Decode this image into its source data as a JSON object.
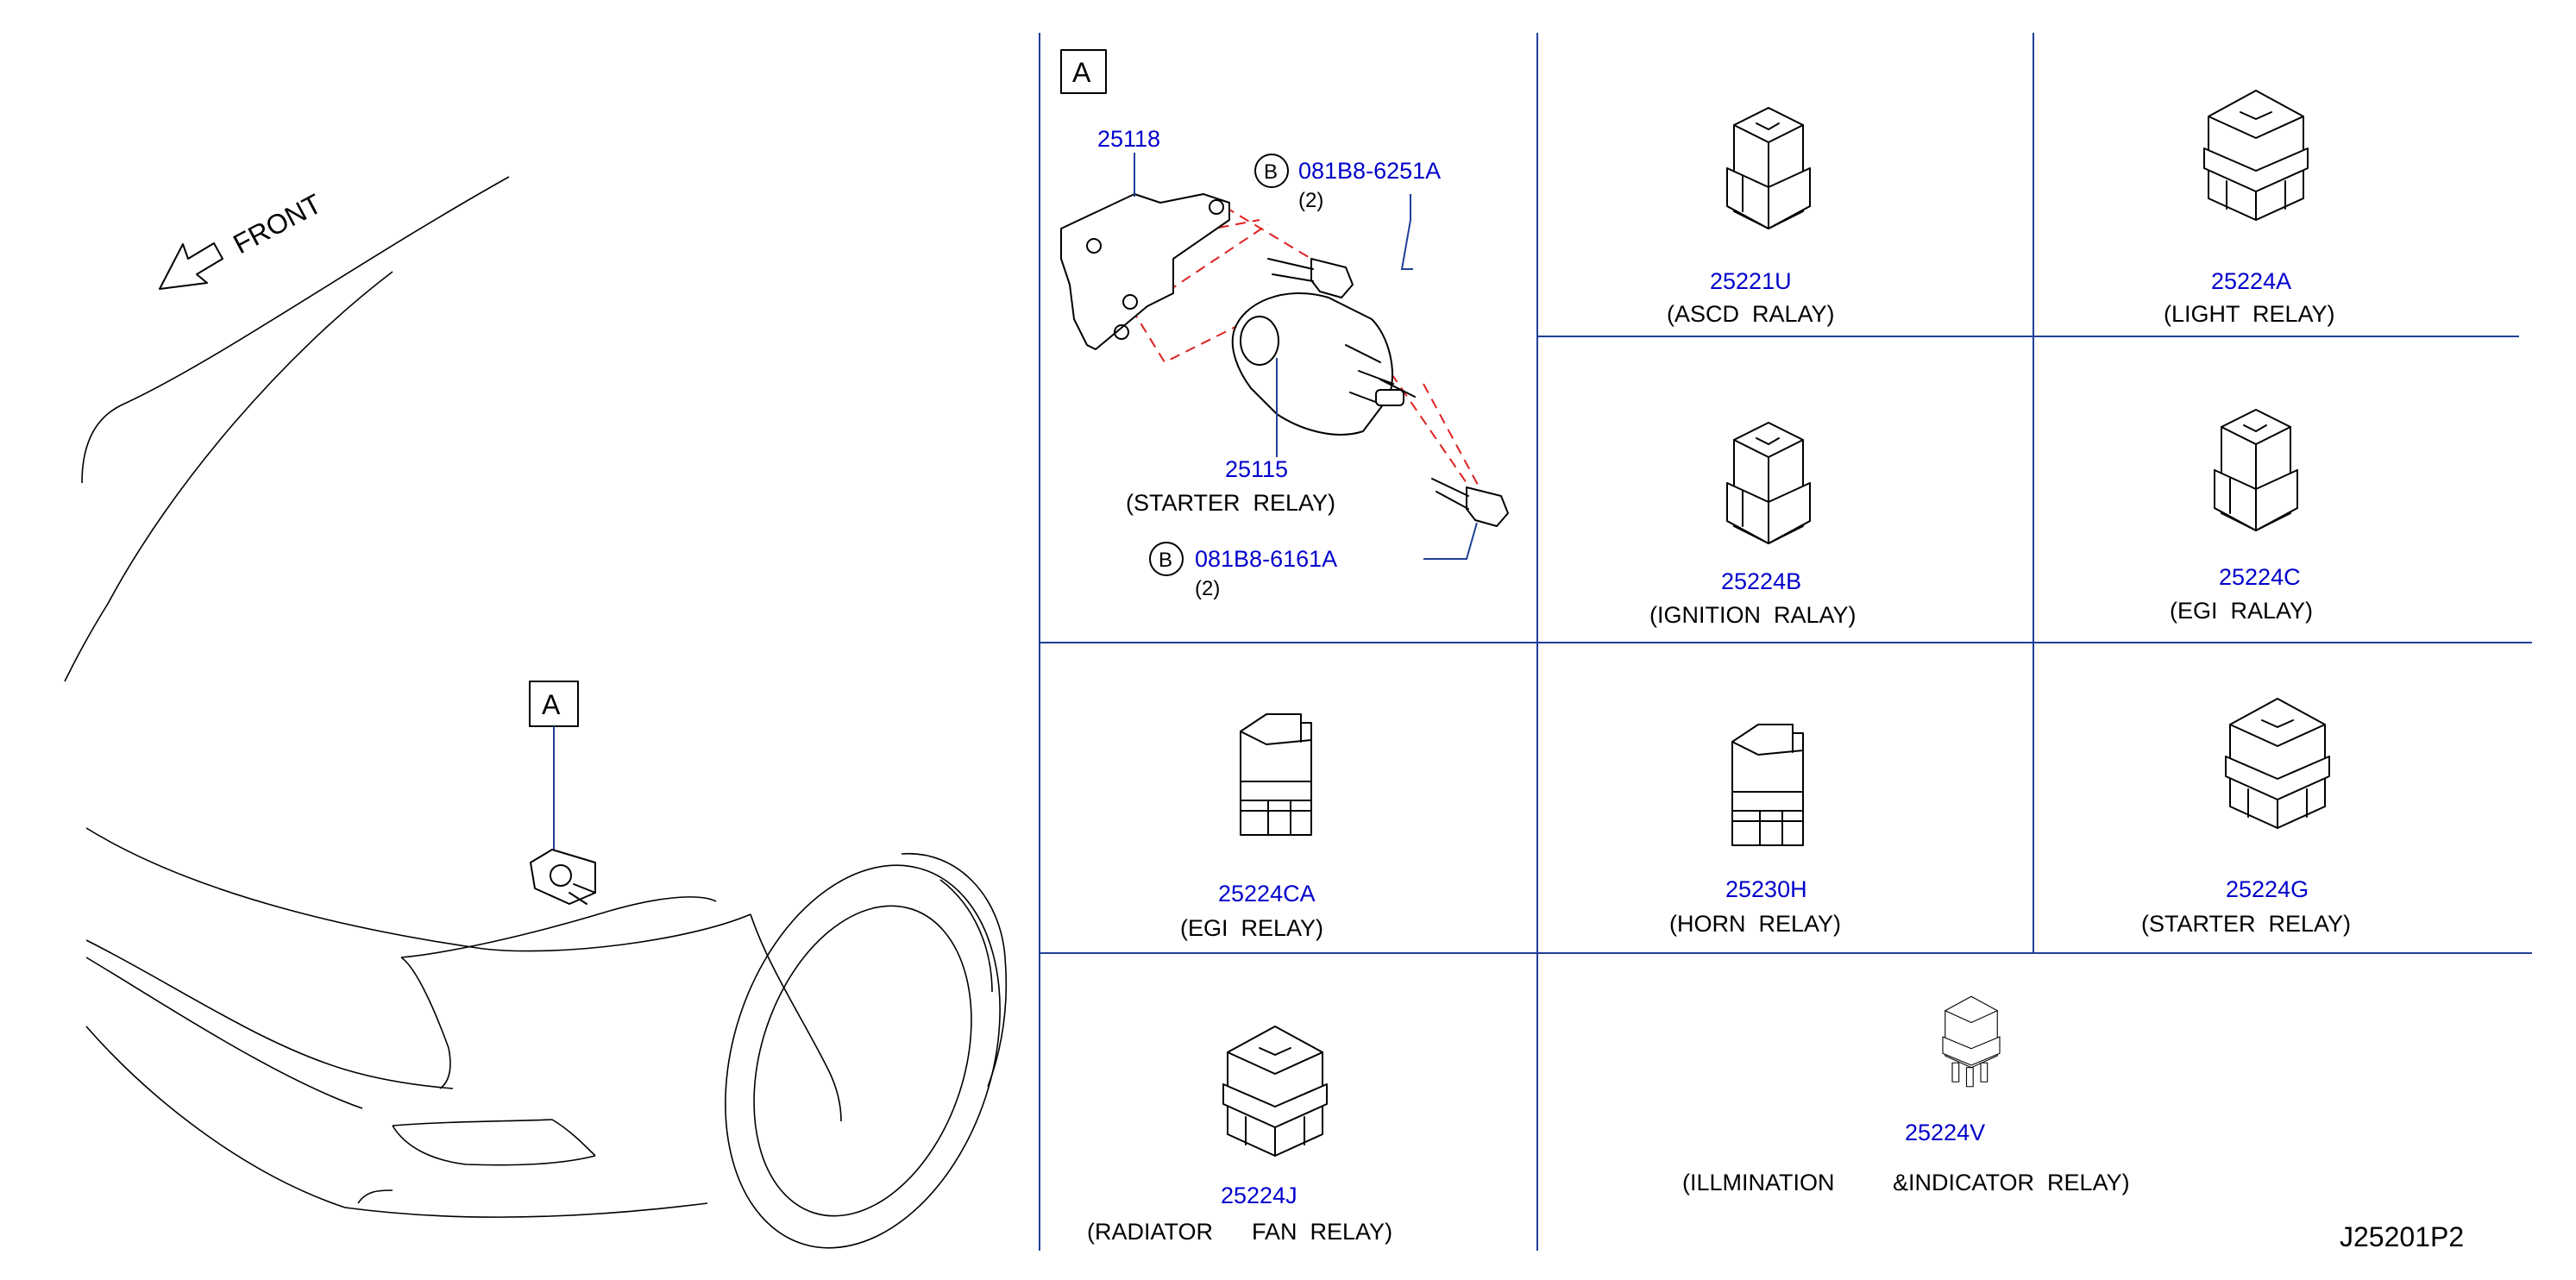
{
  "front_label": "FRONT",
  "callout_a": "A",
  "detail": {
    "label": "A",
    "bracket_part": "25118",
    "relay_part": "25115",
    "relay_desc": "(STARTER  RELAY)",
    "bolt_upper": {
      "marker": "B",
      "part": "081B8-6251A",
      "qty": "(2)"
    },
    "bolt_lower": {
      "marker": "B",
      "part": "081B8-6161A",
      "qty": "(2)"
    }
  },
  "relays": [
    {
      "part": "25221U",
      "desc": "(ASCD  RALAY)"
    },
    {
      "part": "25224A",
      "desc": "(LIGHT  RELAY)"
    },
    {
      "part": "25224B",
      "desc": "(IGNITION  RALAY)"
    },
    {
      "part": "25224C",
      "desc": "(EGI  RALAY)"
    },
    {
      "part": "25224CA",
      "desc": "(EGI  RELAY)"
    },
    {
      "part": "25230H",
      "desc": "(HORN  RELAY)"
    },
    {
      "part": "25224G",
      "desc": "(STARTER  RELAY)"
    },
    {
      "part": "25224J",
      "desc": "(RADIATOR      FAN  RELAY)"
    },
    {
      "part": "25224V",
      "desc": "(ILLMINATION         &INDICATOR  RELAY)"
    }
  ],
  "drawing_code": "J25201P2",
  "colors": {
    "part_number": "#0000cc",
    "grid": "#1f3f99",
    "dashed_guides": "#e02020"
  }
}
